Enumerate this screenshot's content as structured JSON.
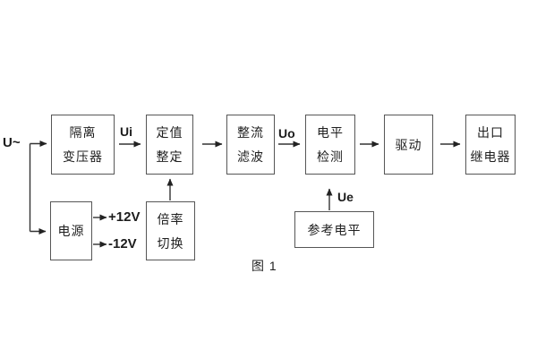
{
  "diagram": {
    "caption": "图 1",
    "input_label": "U~",
    "signal_labels": {
      "ui": "Ui",
      "uo": "Uo",
      "ue": "Ue"
    },
    "power_labels": {
      "positive": "+12V",
      "negative": "-12V"
    },
    "blocks": {
      "isolation_transformer": {
        "lines": [
          "隔离",
          "变压器"
        ]
      },
      "setpoint_setting": {
        "lines": [
          "定值",
          "整定"
        ]
      },
      "rectifier_filter": {
        "lines": [
          "整流",
          "滤波"
        ]
      },
      "level_detection": {
        "lines": [
          "电平",
          "检测"
        ]
      },
      "driver": {
        "lines": [
          "驱动"
        ]
      },
      "output_relay": {
        "lines": [
          "出口",
          "继电器"
        ]
      },
      "power_supply": {
        "lines": [
          "电源"
        ]
      },
      "ratio_switching": {
        "lines": [
          "倍率",
          "切换"
        ]
      },
      "reference_level": {
        "lines": [
          "参考电平"
        ]
      }
    },
    "colors": {
      "line": "#333333",
      "box_border": "#565656",
      "text": "#1f1f1f",
      "background": "#ffffff"
    }
  }
}
